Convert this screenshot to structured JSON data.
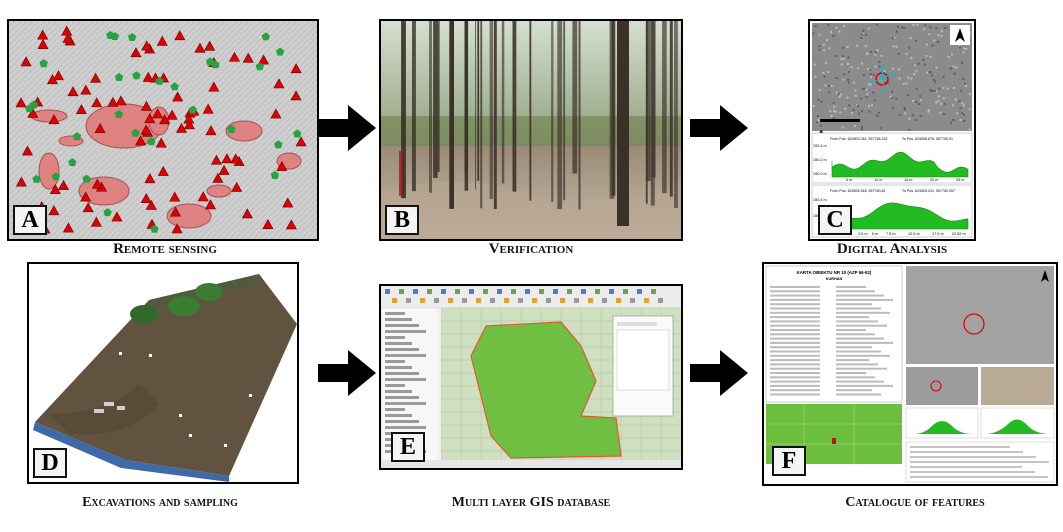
{
  "panels": {
    "a": {
      "letter": "A",
      "caption": "Remote sensing"
    },
    "b": {
      "letter": "B",
      "caption": "Verification"
    },
    "c": {
      "letter": "C",
      "caption": "Digital Analysis",
      "profile1_header_left": "From Pos. 624503.244, 557758.152",
      "profile1_header_right": "To Pos. 624508.678, 557755.51",
      "profile2_header_left": "From Pos. 624505.918, 557760.81",
      "profile2_header_right": "To Pos. 624505.241, 557752.057",
      "y_labels_1": [
        "150.4 m",
        "150.2 m",
        "150.0 m"
      ],
      "x_labels_1": [
        "0 m",
        "5 m",
        "10 m",
        "15 m",
        "20 m",
        "25 m"
      ],
      "y_labels_2": [
        "150.4 m",
        "150.2 m"
      ],
      "x_labels_2": [
        "2.5 m",
        "5 m",
        "7.5 m",
        "12.5 m",
        "17.5 m",
        "22.82 m"
      ],
      "north": "N"
    },
    "d": {
      "letter": "D",
      "caption": "Excavations and sampling"
    },
    "e": {
      "letter": "E",
      "caption": "Multi layer GIS database"
    },
    "f": {
      "letter": "F",
      "caption": "Catalogue of features",
      "title": "KARTA OBIEKTU NR 10 (AZP 66-92)",
      "subtitle": "KURHAN"
    }
  },
  "colors": {
    "arrow": "#000000",
    "triangle": "#e00000",
    "pentagon": "#2ea043",
    "blob": "#e07a7a",
    "forest_green": "#38b83a"
  }
}
